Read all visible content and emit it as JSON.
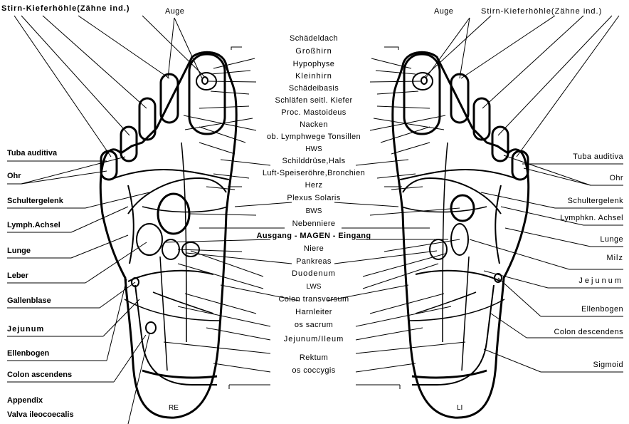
{
  "top": {
    "left_sinus": "Stirn-Kieferhöhle(Zähne   ind.)",
    "left_eye": "Auge",
    "right_eye": "Auge",
    "right_sinus": "Stirn-Kieferhöhle(Zähne   ind.)"
  },
  "center_labels": [
    "Schädeldach",
    "Großhirn",
    "Hypophyse",
    "Kleinhirn",
    "Schädeibasis",
    "Schläfen  seitl.  Kiefer",
    "Proc.  Mastoideus",
    "Nacken",
    "ob.  Lymphwege  Tonsillen",
    "HWS",
    "Schilddrüse,Hals",
    "Luft-Speiseröhre,Bronchien",
    "Herz",
    "Plexus  Solaris",
    "BWS",
    "Nebenniere",
    "Ausgang  -  MAGEN  -  Eingang",
    "Niere",
    "Pankreas",
    "Duodenum",
    "LWS",
    "Colon  transversum",
    "Harnleiter",
    "os  sacrum",
    "Jejunum/Ileum",
    "Rektum",
    "os  coccygis"
  ],
  "left_labels": [
    "Tuba  auditiva",
    "Ohr",
    "Schultergelenk",
    "Lymph.Achsel",
    "Lunge",
    "Leber",
    "Gallenblase",
    "Jejunum",
    "Ellenbogen",
    "Colon  ascendens",
    "Appendix",
    "Valva   ileocoecalis"
  ],
  "right_labels": [
    "Tuba  auditiva",
    "Ohr",
    "Schultergelenk",
    "Lymphkn.  Achsel",
    "Lunge",
    "Milz",
    "Jejunum",
    "Ellenbogen",
    "Colon  descendens",
    "Sigmoid"
  ],
  "feet": {
    "right_foot_tag": "RE",
    "left_foot_tag": "LI"
  }
}
